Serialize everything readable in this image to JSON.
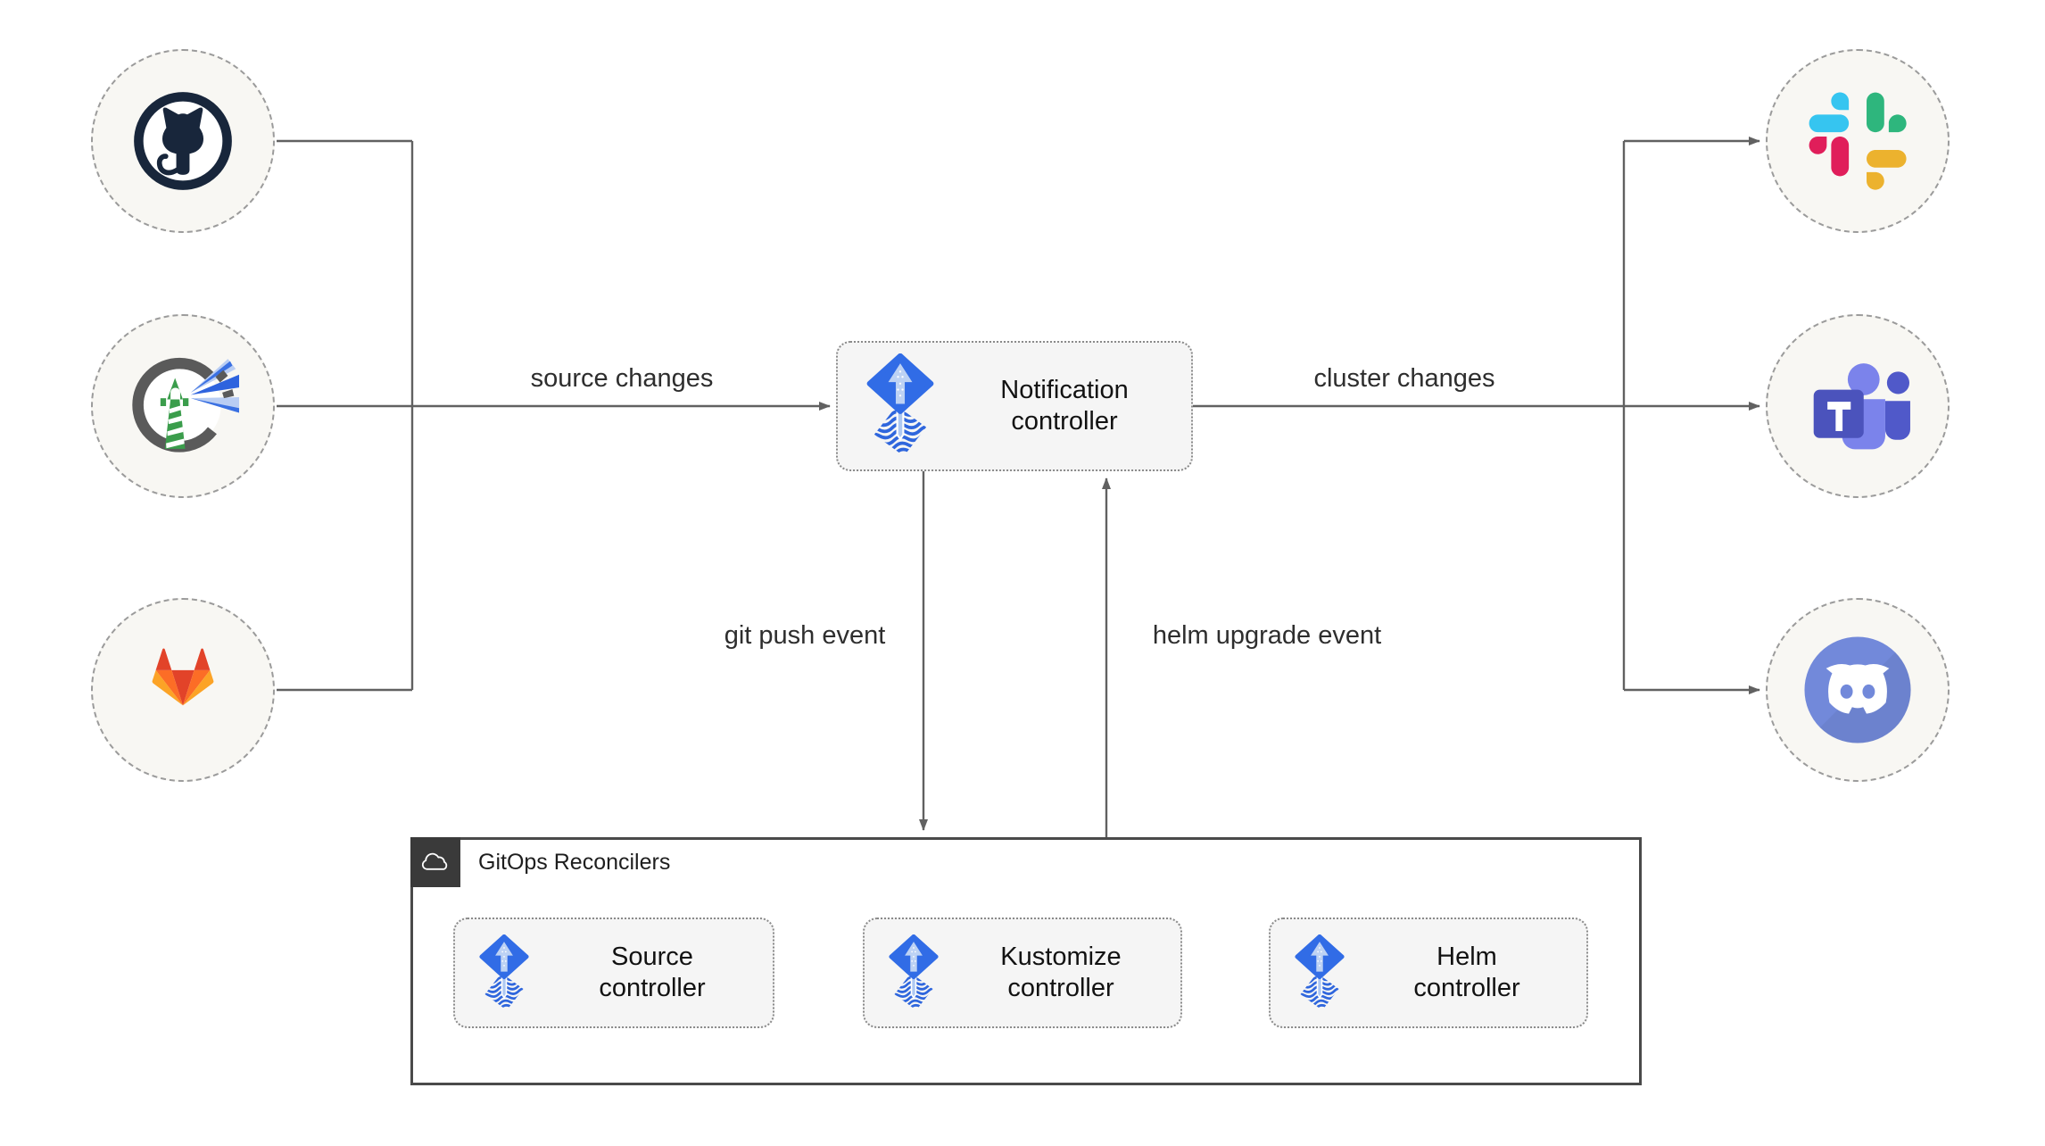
{
  "edge_labels": {
    "source_changes": "source changes",
    "cluster_changes": "cluster changes",
    "git_push_event": "git push event",
    "helm_upgrade_event": "helm upgrade event"
  },
  "nodes": {
    "notification_controller": {
      "label": "Notification controller",
      "icon": "flux-icon"
    },
    "source_controller": {
      "label": "Source controller",
      "icon": "flux-icon"
    },
    "kustomize_controller": {
      "label": "Kustomize controller",
      "icon": "flux-icon"
    },
    "helm_controller": {
      "label": "Helm controller",
      "icon": "flux-icon"
    }
  },
  "group": {
    "title": "GitOps Reconcilers",
    "icon": "cloud-icon"
  },
  "sources": [
    {
      "name": "GitHub",
      "icon": "github-icon"
    },
    {
      "name": "Harbor",
      "icon": "harbor-icon"
    },
    {
      "name": "GitLab",
      "icon": "gitlab-icon"
    }
  ],
  "targets": [
    {
      "name": "Slack",
      "icon": "slack-icon"
    },
    {
      "name": "Microsoft Teams",
      "icon": "teams-icon"
    },
    {
      "name": "Discord",
      "icon": "discord-icon"
    }
  ],
  "colors": {
    "flux_blue": "#316CE6",
    "flux_arrow_light": "#BDD2F4",
    "connector_gray": "#616161",
    "node_fill": "#F5F5F5",
    "circle_fill": "#F8F7F3",
    "group_header": "#3A3A3A",
    "github_navy": "#18263B",
    "harbor_green": "#3B9D4C",
    "gitlab_red": "#E24329",
    "gitlab_orange": "#FC6D26",
    "gitlab_yellow": "#FCA326",
    "slack_blue": "#36C5F0",
    "slack_green": "#2EB67D",
    "slack_yellow": "#ECB22E",
    "slack_pink": "#E01E5A",
    "teams_tile": "#4B53BC",
    "teams_light": "#7B83EB",
    "teams_dark": "#5059C9",
    "discord_blurple": "#7289DA"
  }
}
